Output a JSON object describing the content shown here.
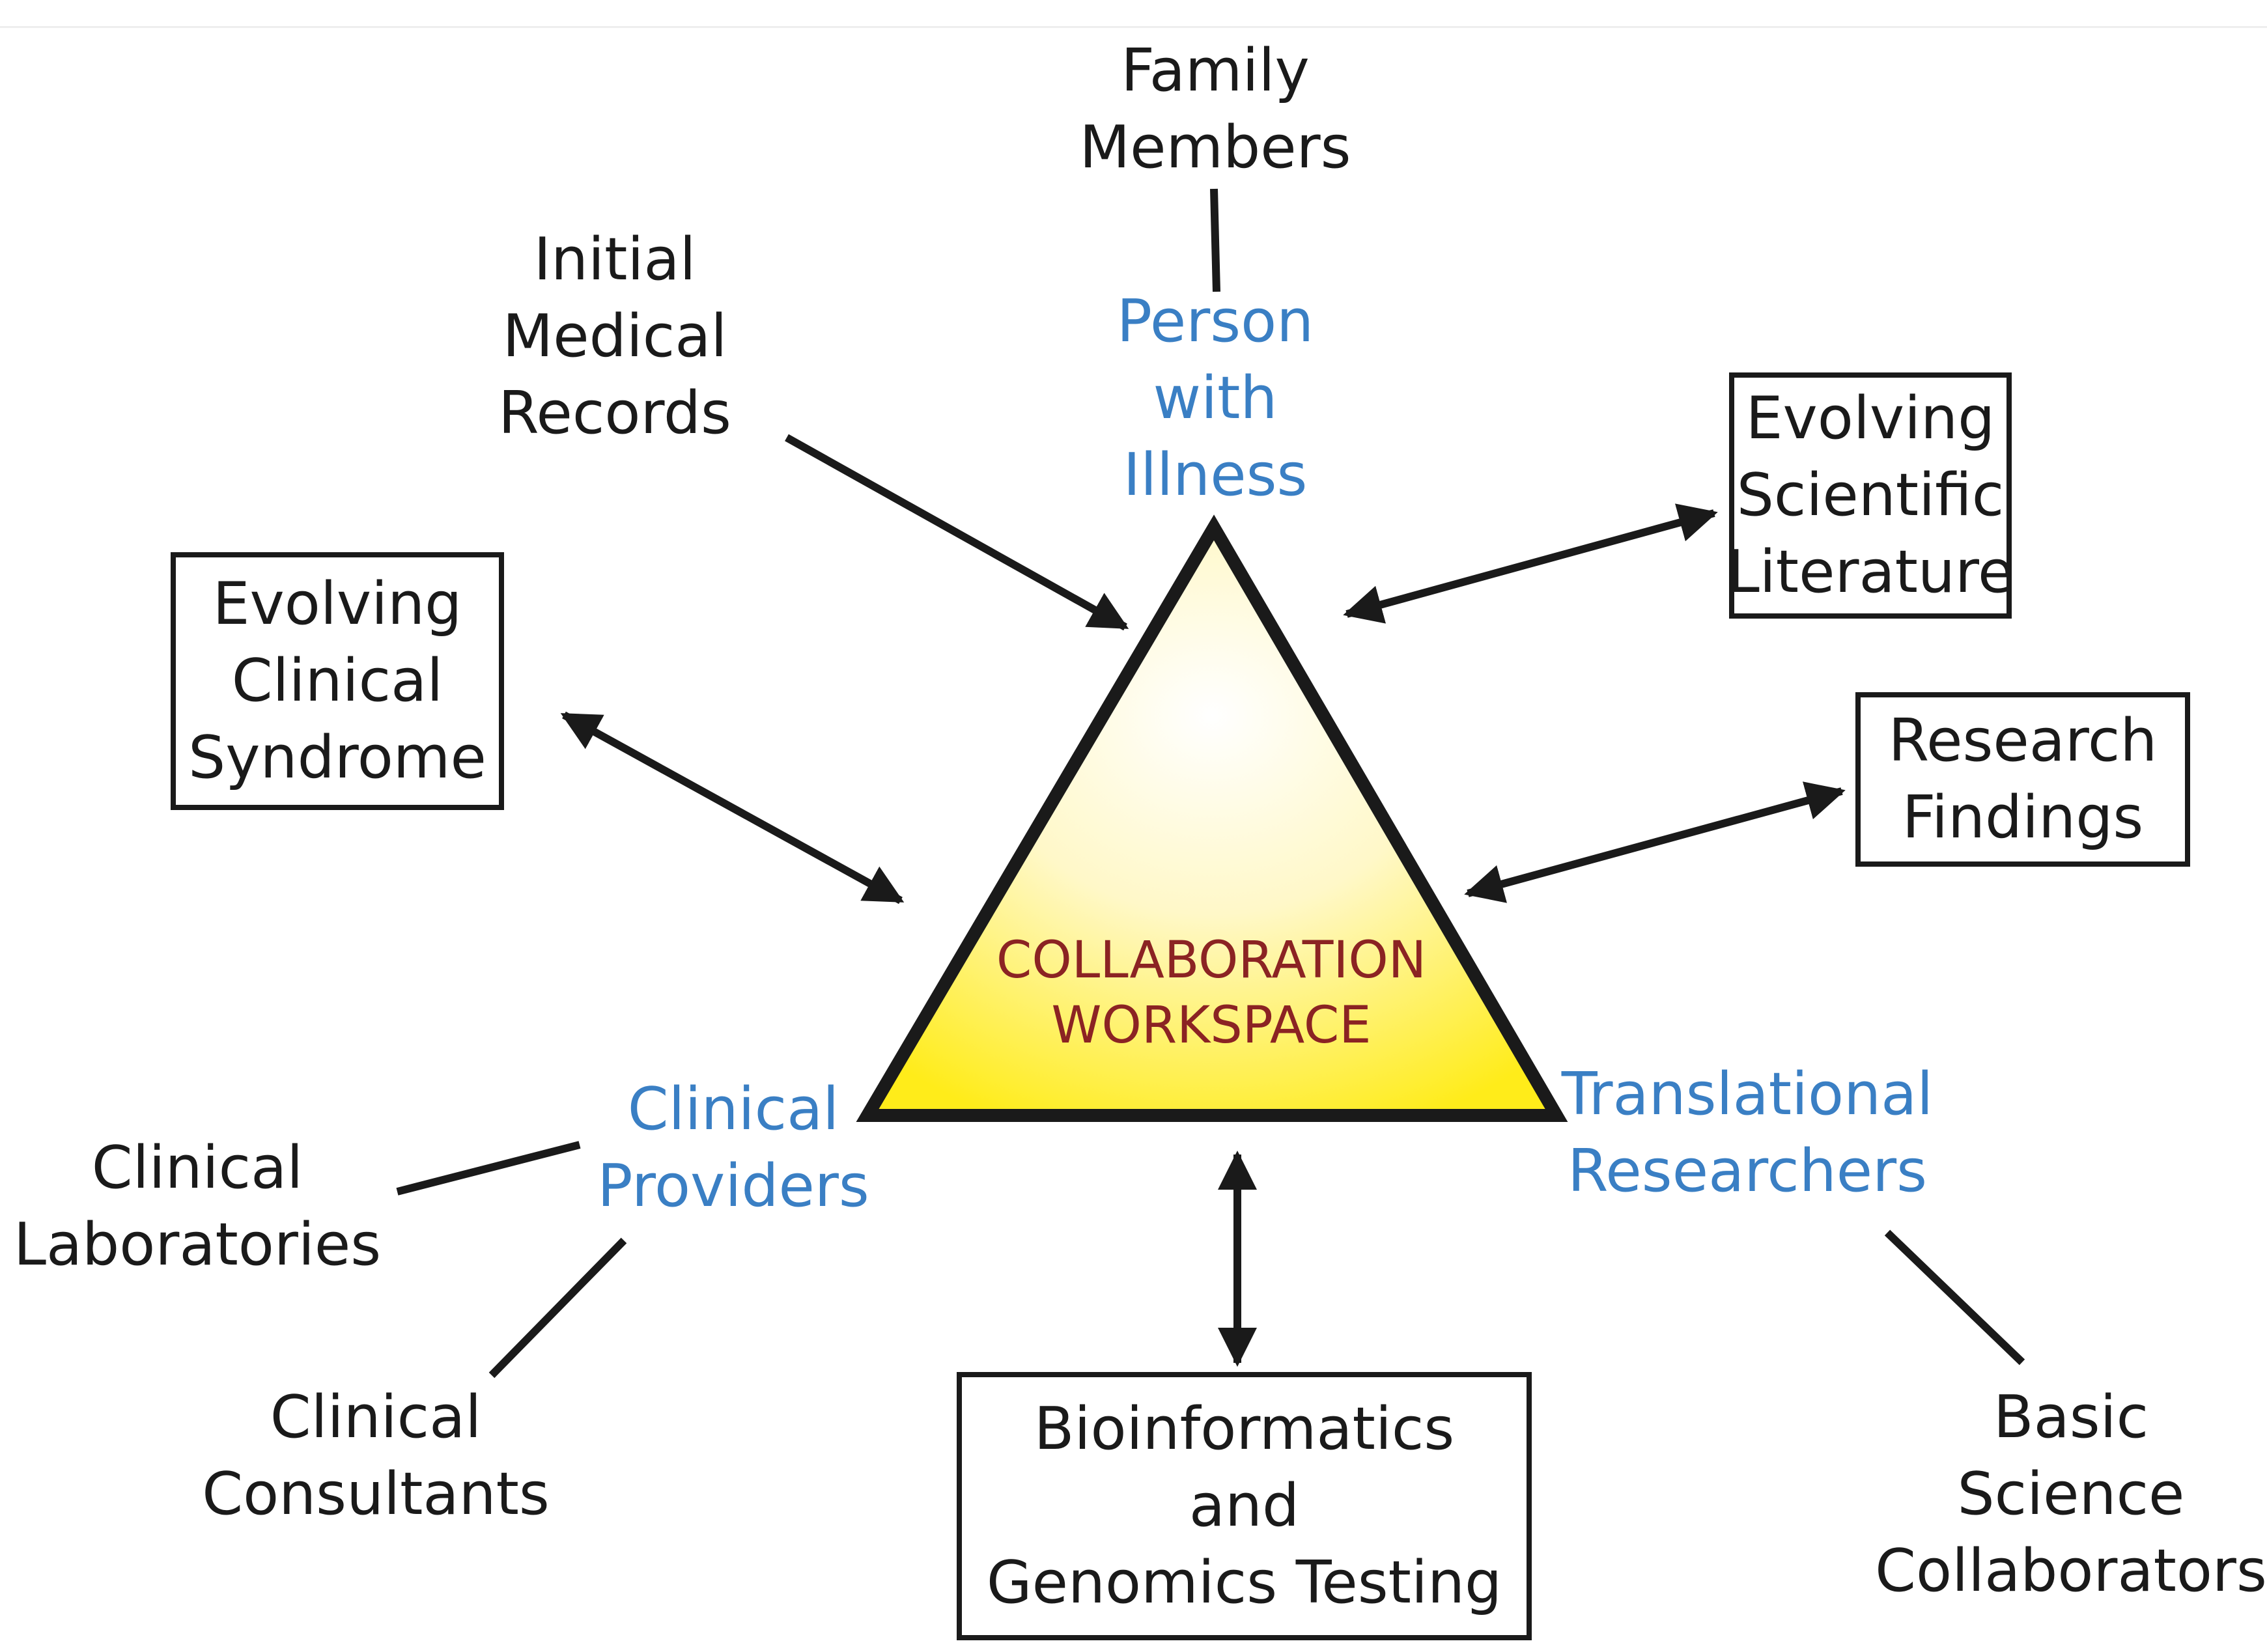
{
  "center": {
    "line1": "COLLABORATION",
    "line2": "WORKSPACE"
  },
  "roles": {
    "person": [
      "Person",
      "with",
      "Illness"
    ],
    "clinical_providers": [
      "Clinical",
      "Providers"
    ],
    "translational_researchers": [
      "Translational",
      "Researchers"
    ]
  },
  "nodes": {
    "family_members": [
      "Family",
      "Members"
    ],
    "initial_medical_records": [
      "Initial",
      "Medical",
      "Records"
    ],
    "clinical_laboratories": [
      "Clinical",
      "Laboratories"
    ],
    "clinical_consultants": [
      "Clinical",
      "Consultants"
    ],
    "basic_science_collaborators": [
      "Basic",
      "Science",
      "Collaborators"
    ]
  },
  "boxes": {
    "evolving_clinical_syndrome": [
      "Evolving",
      "Clinical",
      "Syndrome"
    ],
    "evolving_scientific_literature": [
      "Evolving",
      "Scientific",
      "Literature"
    ],
    "research_findings": [
      "Research",
      "Findings"
    ],
    "bioinformatics": [
      "Bioinformatics",
      "and",
      "Genomics Testing"
    ]
  },
  "colors": {
    "role_text": "#3a7fc4",
    "center_text": "#8b2323",
    "triangle_fill_top": "#ffffff",
    "triangle_fill_bottom": "#ffec1a",
    "ink": "#1a1a1a"
  }
}
